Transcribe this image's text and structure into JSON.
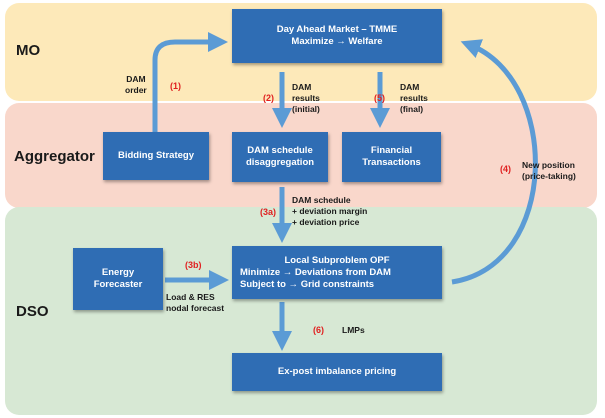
{
  "bands": {
    "mo": "MO",
    "aggregator": "Aggregator",
    "dso": "DSO"
  },
  "boxes": {
    "dam": {
      "line1": "Day Ahead Market – TMME",
      "line2": "Maximize → Welfare"
    },
    "bidding": "Bidding Strategy",
    "disagg": {
      "line1": "DAM schedule",
      "line2": "disaggregation"
    },
    "financial": {
      "line1": "Financial",
      "line2": "Transactions"
    },
    "forecaster": {
      "line1": "Energy",
      "line2": "Forecaster"
    },
    "opf": {
      "line1": "Local Subproblem OPF",
      "line2": "Minimize → Deviations from DAM",
      "line3": "Subject to → Grid constraints"
    },
    "expost": "Ex-post imbalance pricing"
  },
  "labels": {
    "dam_order": [
      "DAM",
      "order"
    ],
    "dam_results_initial": [
      "DAM",
      "results",
      "(initial)"
    ],
    "dam_results_final": [
      "DAM",
      "results",
      "(final)"
    ],
    "dam_schedule": [
      "DAM schedule",
      "+ deviation margin",
      "+ deviation price"
    ],
    "load_res": [
      "Load & RES",
      "nodal forecast"
    ],
    "new_position": [
      "New position",
      "(price-taking)"
    ],
    "lmps": "LMPs"
  },
  "steps": {
    "s1": "(1)",
    "s2": "(2)",
    "s5": "(5)",
    "s3a": "(3a)",
    "s3b": "(3b)",
    "s4": "(4)",
    "s6": "(6)"
  },
  "colors": {
    "mo_band": "#fde9b9",
    "aggregator_band": "#f9d7cb",
    "dso_band": "#d7e8d4",
    "box": "#2f6db4",
    "arrow": "#5b9bd5",
    "step_number": "#e02020"
  }
}
